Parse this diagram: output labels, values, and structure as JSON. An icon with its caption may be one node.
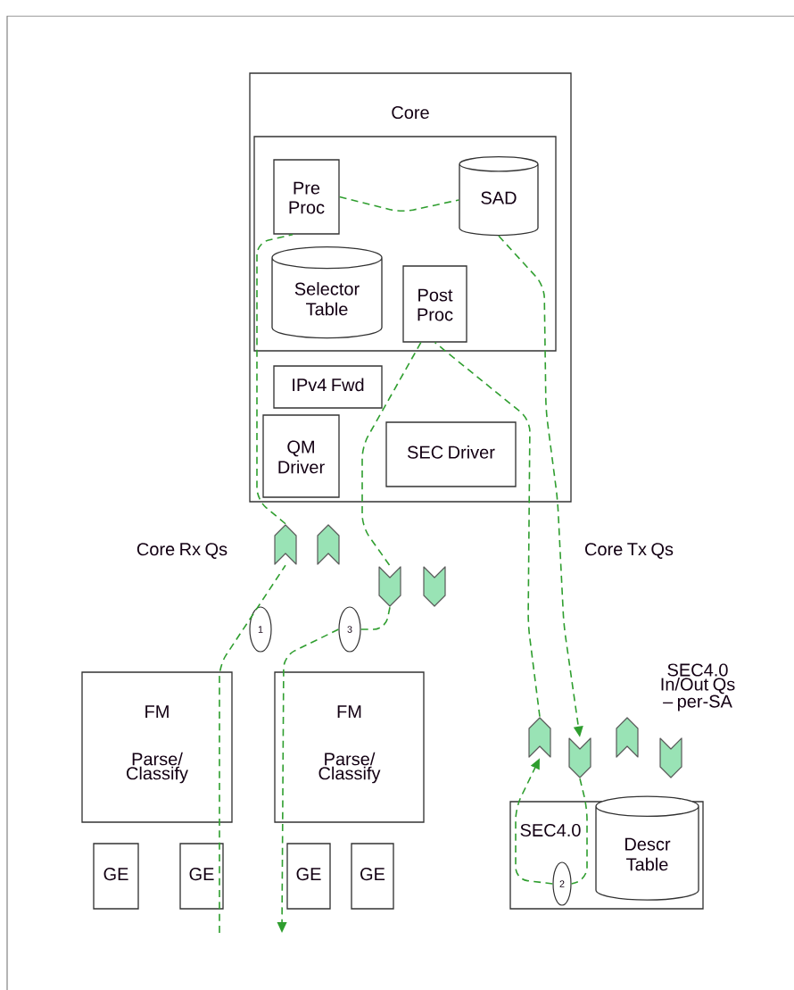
{
  "diagram": {
    "nodes": [
      {
        "text": [
          "Core"
        ]
      },
      {
        "text": [],
        "shape": "box",
        "in": 0
      },
      {
        "text": [
          "Pre Proc"
        ],
        "in": 1
      },
      {
        "text": [
          "SAD"
        ],
        "in": 1
      },
      {
        "text": [
          "Selector Table"
        ],
        "in": 1
      },
      {
        "text": [
          "Post Proc"
        ],
        "in": 1
      },
      {
        "text": [
          "IPv4 Fwd"
        ],
        "in": 0
      },
      {
        "text": [
          "QM Driver"
        ],
        "in": 0
      },
      {
        "text": [
          "SEC Driver"
        ],
        "in": 0
      },
      {
        "text": [],
        "shape": "chevron"
      },
      {
        "text": [],
        "shape": "chevron"
      },
      {
        "text": [],
        "shape": "chevron"
      },
      {
        "text": [],
        "shape": "chevron"
      },
      {
        "text": [
          "1"
        ]
      },
      {
        "text": [
          "3"
        ]
      },
      {
        "text": [
          "FM",
          "Parse/ Classify"
        ]
      },
      {
        "text": [
          "FM",
          "Parse/ Classify"
        ]
      },
      {
        "text": [
          "GE"
        ]
      },
      {
        "text": [
          "GE"
        ]
      },
      {
        "text": [
          "GE"
        ]
      },
      {
        "text": [
          "GE"
        ]
      },
      {
        "text": [],
        "shape": "chevron"
      },
      {
        "text": [],
        "shape": "chevron"
      },
      {
        "text": [],
        "shape": "chevron"
      },
      {
        "text": [],
        "shape": "chevron"
      },
      {
        "text": [
          "SEC4.0"
        ]
      },
      {
        "text": [
          "Descr Table"
        ],
        "in": 25
      },
      {
        "text": [
          "2"
        ],
        "in": 25
      }
    ],
    "edges": [
      {
        "from": null,
        "to": 9,
        "arrow": "none",
        "style": "dashed",
        "color": "#2f9e2f"
      },
      {
        "from": 9,
        "to": 2,
        "arrow": "none",
        "style": "dashed",
        "color": "#2f9e2f"
      },
      {
        "from": 2,
        "to": 3,
        "arrow": "none",
        "style": "dashed",
        "color": "#2f9e2f"
      },
      {
        "from": 3,
        "to": 22,
        "arrow": "to",
        "style": "dashed",
        "color": "#2f9e2f"
      },
      {
        "from": 22,
        "to": 27,
        "arrow": "none",
        "style": "dashed",
        "color": "#2f9e2f"
      },
      {
        "from": 27,
        "to": 21,
        "arrow": "to",
        "style": "dashed",
        "color": "#2f9e2f"
      },
      {
        "from": 21,
        "to": 5,
        "arrow": "none",
        "style": "dashed",
        "color": "#2f9e2f"
      },
      {
        "from": 5,
        "to": 11,
        "arrow": "none",
        "style": "dashed",
        "color": "#2f9e2f"
      },
      {
        "from": 11,
        "to": 14,
        "arrow": "none",
        "style": "dashed",
        "color": "#2f9e2f"
      },
      {
        "from": 14,
        "to": null,
        "arrow": "to",
        "style": "dashed",
        "color": "#2f9e2f"
      }
    ],
    "labels": [
      "Core Rx Qs",
      "Core Tx Qs",
      "SEC4.0 In/Out Qs – per-SA"
    ]
  }
}
